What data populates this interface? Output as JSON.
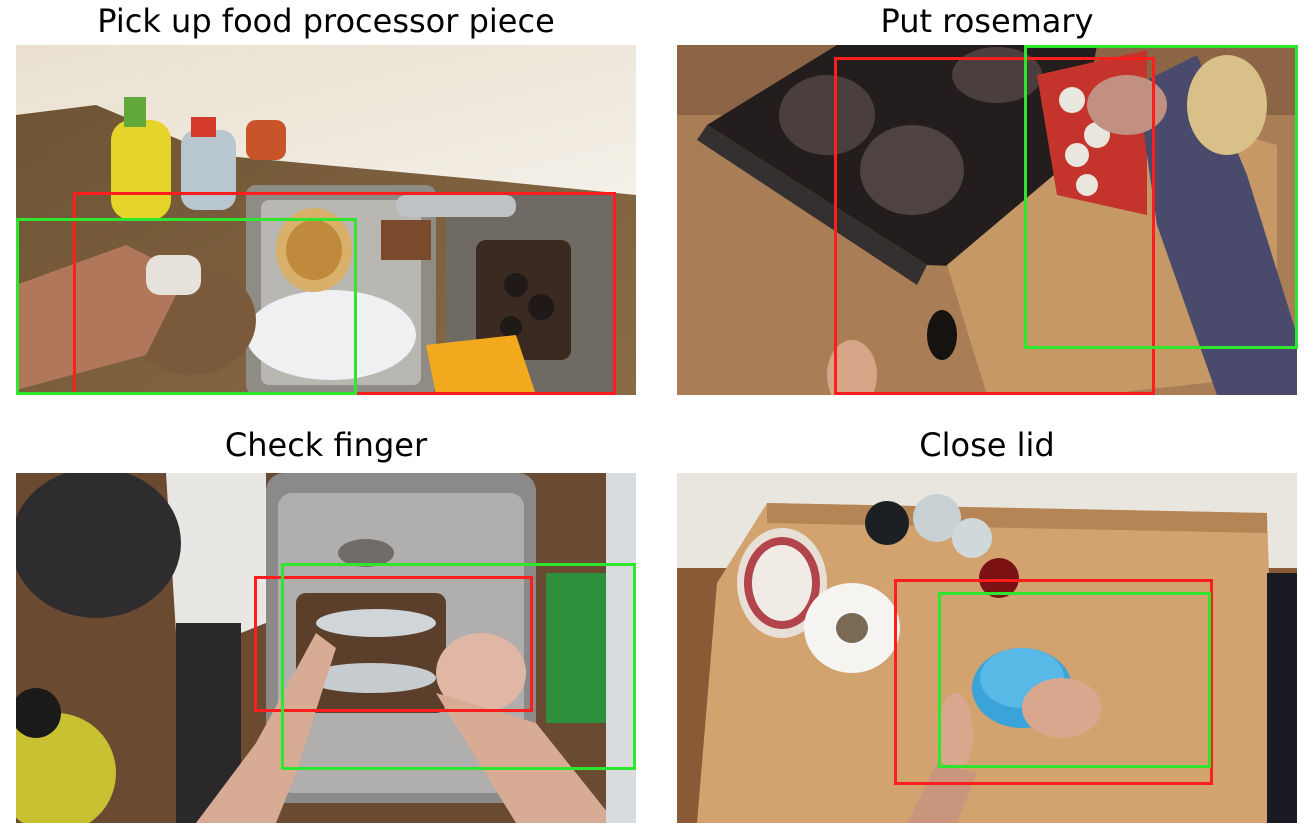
{
  "panels": [
    {
      "title": "Pick up food processor piece",
      "box_colors": {
        "red": "#ff1e1e",
        "green": "#2ee62e"
      }
    },
    {
      "title": "Put rosemary",
      "box_colors": {
        "red": "#ff1e1e",
        "green": "#2ee62e"
      }
    },
    {
      "title": "Check finger",
      "box_colors": {
        "red": "#ff1e1e",
        "green": "#2ee62e"
      }
    },
    {
      "title": "Close lid",
      "box_colors": {
        "red": "#ff1e1e",
        "green": "#2ee62e"
      }
    }
  ]
}
